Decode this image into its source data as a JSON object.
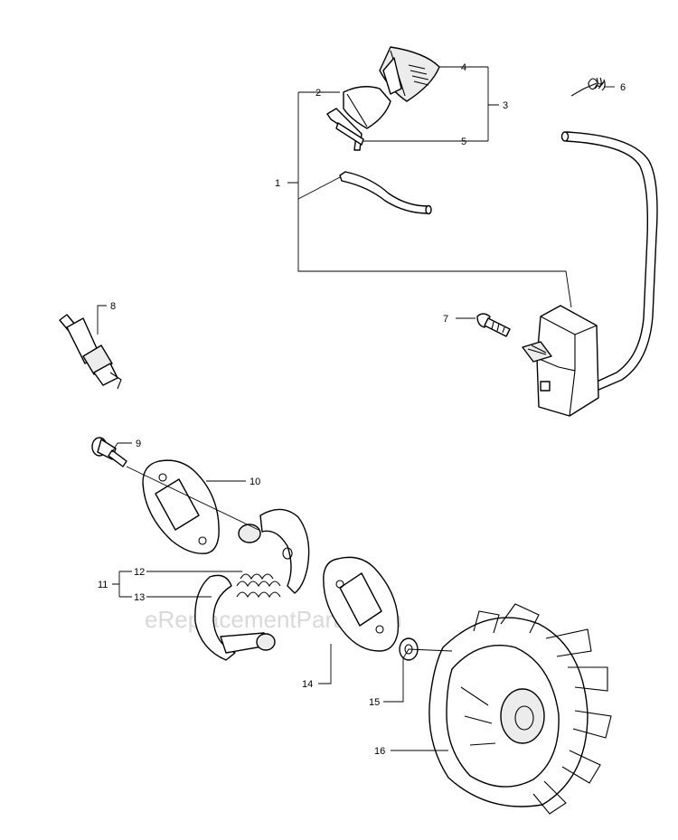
{
  "callouts": [
    {
      "id": "1",
      "text": "1"
    },
    {
      "id": "2",
      "text": "2"
    },
    {
      "id": "3",
      "text": "3"
    },
    {
      "id": "4",
      "text": "4"
    },
    {
      "id": "5",
      "text": "5"
    },
    {
      "id": "6",
      "text": "6"
    },
    {
      "id": "7",
      "text": "7"
    },
    {
      "id": "8",
      "text": "8"
    },
    {
      "id": "9",
      "text": "9"
    },
    {
      "id": "10",
      "text": "10"
    },
    {
      "id": "11",
      "text": "11"
    },
    {
      "id": "12",
      "text": "12"
    },
    {
      "id": "13",
      "text": "13"
    },
    {
      "id": "14",
      "text": "14"
    },
    {
      "id": "15",
      "text": "15"
    },
    {
      "id": "16",
      "text": "16"
    }
  ],
  "watermark": "eReplacementParts.com"
}
